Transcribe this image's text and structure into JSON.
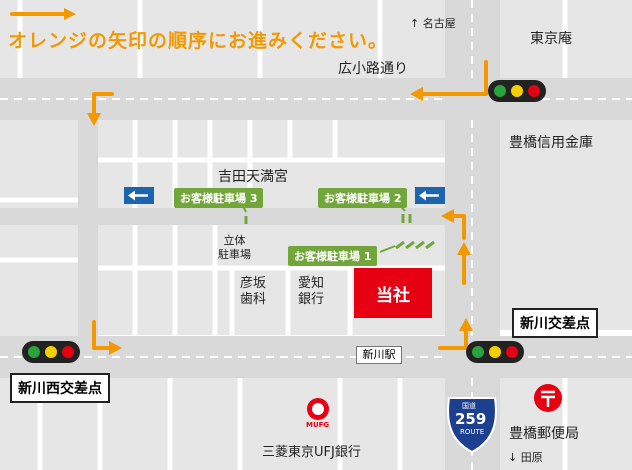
{
  "instruction": "オレンジの矢印の順序にお進みください。",
  "directions": {
    "north": "↑ 名古屋",
    "south": "↓ 田原"
  },
  "roads": {
    "top": "広小路通り",
    "station": "新川駅"
  },
  "landmarks": {
    "tokyoan": "東京庵",
    "shinkin": "豊橋信用金庫",
    "shrine": "吉田天満宮",
    "multi_parking": "立体\n駐車場",
    "dental": "彦坂\n歯科",
    "aichi_bank": "愛知\n銀行",
    "our_company": "当社",
    "mufg_logo_text": "MUFG",
    "mufg_bank": "三菱東京UFJ銀行",
    "post_office": "豊橋郵便局"
  },
  "parking": {
    "p1": "お客様駐車場 1",
    "p2": "お客様駐車場 2",
    "p3": "お客様駐車場 3"
  },
  "intersections": {
    "shinkawa": "新川交差点",
    "shinkawa_west": "新川西交差点"
  },
  "route_sign": {
    "header": "国道",
    "number": "259",
    "footer": "ROUTE"
  },
  "colors": {
    "arrow": "#f39800",
    "road": "#d9d9d9",
    "block": "#e6e6e6",
    "parking_tag": "#73a63a",
    "our_company": "#e60012",
    "oneway": "#1d64ae"
  }
}
